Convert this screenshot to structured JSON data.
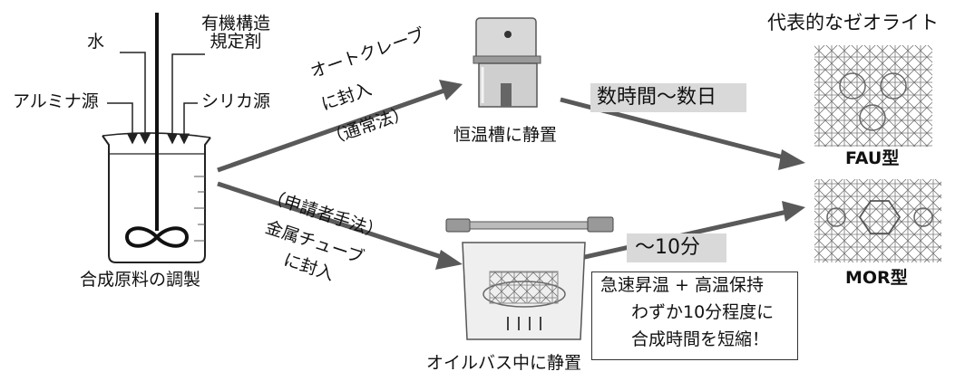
{
  "prep": {
    "water": "水",
    "osda_line1": "有機構造",
    "osda_line2": "規定剤",
    "alumina": "アルミナ源",
    "silica": "シリカ源",
    "caption": "合成原料の調製"
  },
  "conventional": {
    "route_line1": "オートクレーブ",
    "route_line2": "に封入",
    "route_line3": "（通常法）",
    "station": "恒温槽に静置",
    "time": "数時間～数日"
  },
  "applicant": {
    "method": "（申請者手法）",
    "route_line1": "金属チューブ",
    "route_line2": "に封入",
    "station": "オイルバス中に静置",
    "time": "～10分"
  },
  "note": {
    "line1": "急速昇温 + 高温保持",
    "line2": "わずか10分程度に",
    "line3": "合成時間を短縮！"
  },
  "zeolites": {
    "heading": "代表的なゼオライト",
    "fau": "FAU型",
    "mor": "MOR型"
  },
  "colors": {
    "arrow": "#595959",
    "line": "#222222",
    "box": "#d9d9d9"
  }
}
